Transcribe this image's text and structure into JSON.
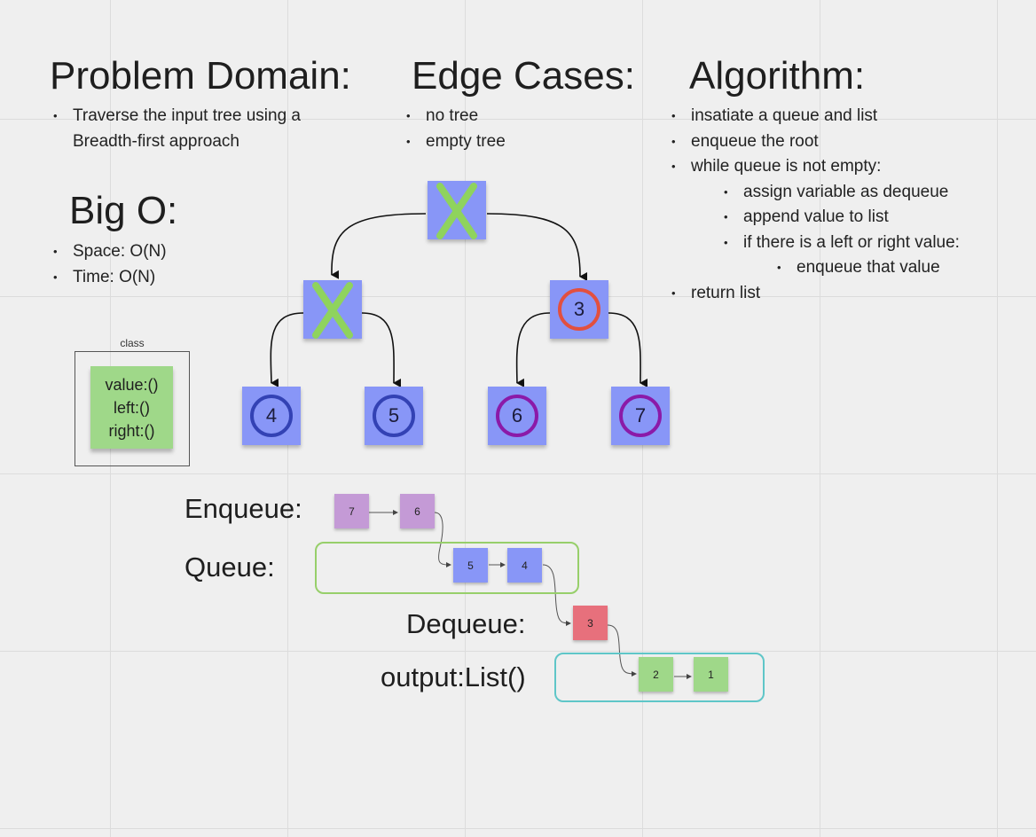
{
  "colors": {
    "node": "#8896f7",
    "cross": "#8fd35d",
    "ring_root_right": "#e2503f",
    "ring_left_children": "#3342b4",
    "ring_right_children": "#8b1aa8",
    "class_note": "#9fd889",
    "enqueue_note": "#c49ad6",
    "queue_note": "#8896f7",
    "dequeue_note": "#e7707c",
    "output_note": "#9fd889",
    "queue_box": "#97cf6a",
    "output_box": "#5fc6c8"
  },
  "problem_domain": {
    "title": "Problem Domain:",
    "items": [
      "Traverse the input tree using a Breadth-first approach"
    ]
  },
  "edge_cases": {
    "title": "Edge Cases:",
    "items": [
      "no tree",
      "empty tree"
    ]
  },
  "algorithm": {
    "title": "Algorithm:",
    "steps": [
      "insatiate a queue and list",
      "enqueue the root",
      "while queue is not empty:",
      "assign variable as dequeue",
      "append value to list",
      "if there is a left or right value:",
      "enqueue that value",
      "return list"
    ]
  },
  "big_o": {
    "title": "Big O:",
    "items": [
      "Space: O(N)",
      "Time: O(N)"
    ]
  },
  "class_box": {
    "label": "class",
    "fields": [
      "value:()",
      "left:()",
      "right:()"
    ]
  },
  "tree": {
    "root": {
      "icon": "cross-mark"
    },
    "left": {
      "icon": "cross-mark"
    },
    "right": {
      "value": "3"
    },
    "left_left": {
      "value": "4"
    },
    "left_right": {
      "value": "5"
    },
    "right_left": {
      "value": "6"
    },
    "right_right": {
      "value": "7"
    }
  },
  "flow": {
    "enqueue_label": "Enqueue:",
    "queue_label": "Queue:",
    "dequeue_label": "Dequeue:",
    "output_label": "output:List()",
    "enqueue_items": [
      "7",
      "6"
    ],
    "queue_items": [
      "5",
      "4"
    ],
    "dequeue_item": "3",
    "output_items": [
      "2",
      "1"
    ]
  }
}
